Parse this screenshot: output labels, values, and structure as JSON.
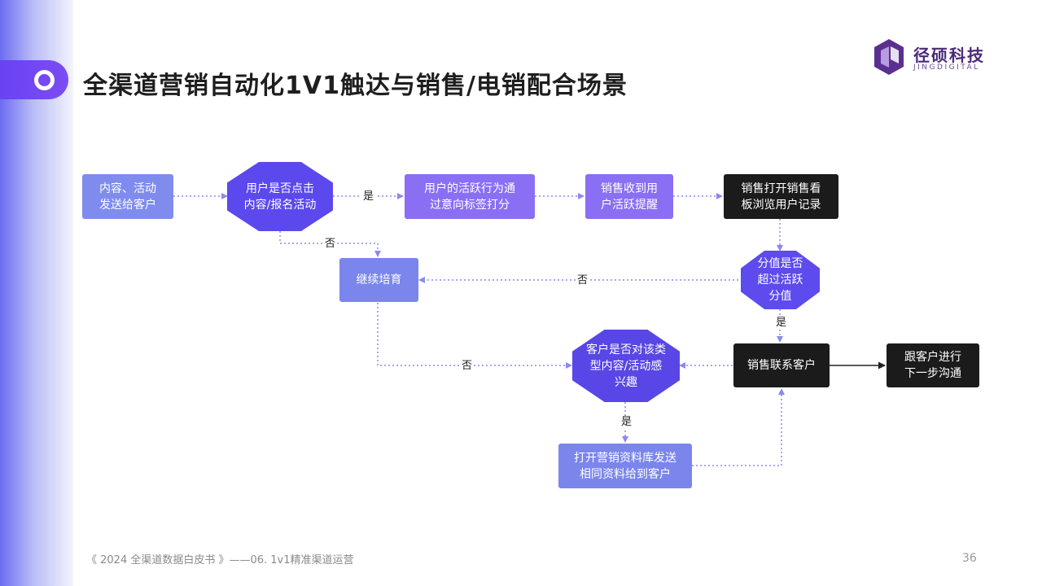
{
  "title": "全渠道营销自动化1V1触达与销售/电销配合场景",
  "logo": {
    "cn": "径硕科技",
    "en": "JINGDIGITAL",
    "colors": {
      "primary": "#4b2a7a",
      "secondary": "#7d5bb0"
    }
  },
  "nodes": {
    "send_content": "内容、活动\n发送给客户",
    "click_decision": "用户是否点击\n内容/报名活动",
    "score_activity": "用户的活跃行为通\n过意向标签打分",
    "sales_alert": "销售收到用\n户活跃提醒",
    "sales_dashboard": "销售打开销售看\n板浏览用户记录",
    "score_decision": "分值是否\n超过活跃\n分值",
    "nurture": "继续培育",
    "contact_customer": "销售联系客户",
    "next_step": "跟客户进行\n下一步沟通",
    "interest_decision": "客户是否对该类\n型内容/活动感\n兴趣",
    "open_library": "打开营销资料库发送\n相同资料给到客户"
  },
  "edges": {
    "yes_click": "是",
    "no_click": "否",
    "no_score": "否",
    "yes_score": "是",
    "no_interest_from_nurture": "否",
    "yes_interest": "是"
  },
  "colors": {
    "accent": "#6a42f2",
    "node_blue": "#7f8cee",
    "node_violet": "#8a6ef4",
    "node_dark": "#1b1b1b",
    "decision": "#5b49ee",
    "connector": "#8c88f0"
  },
  "footer": {
    "source": "《 2024 全渠道数据白皮书 》——06. 1v1精准渠道运营",
    "page_number": "36"
  }
}
